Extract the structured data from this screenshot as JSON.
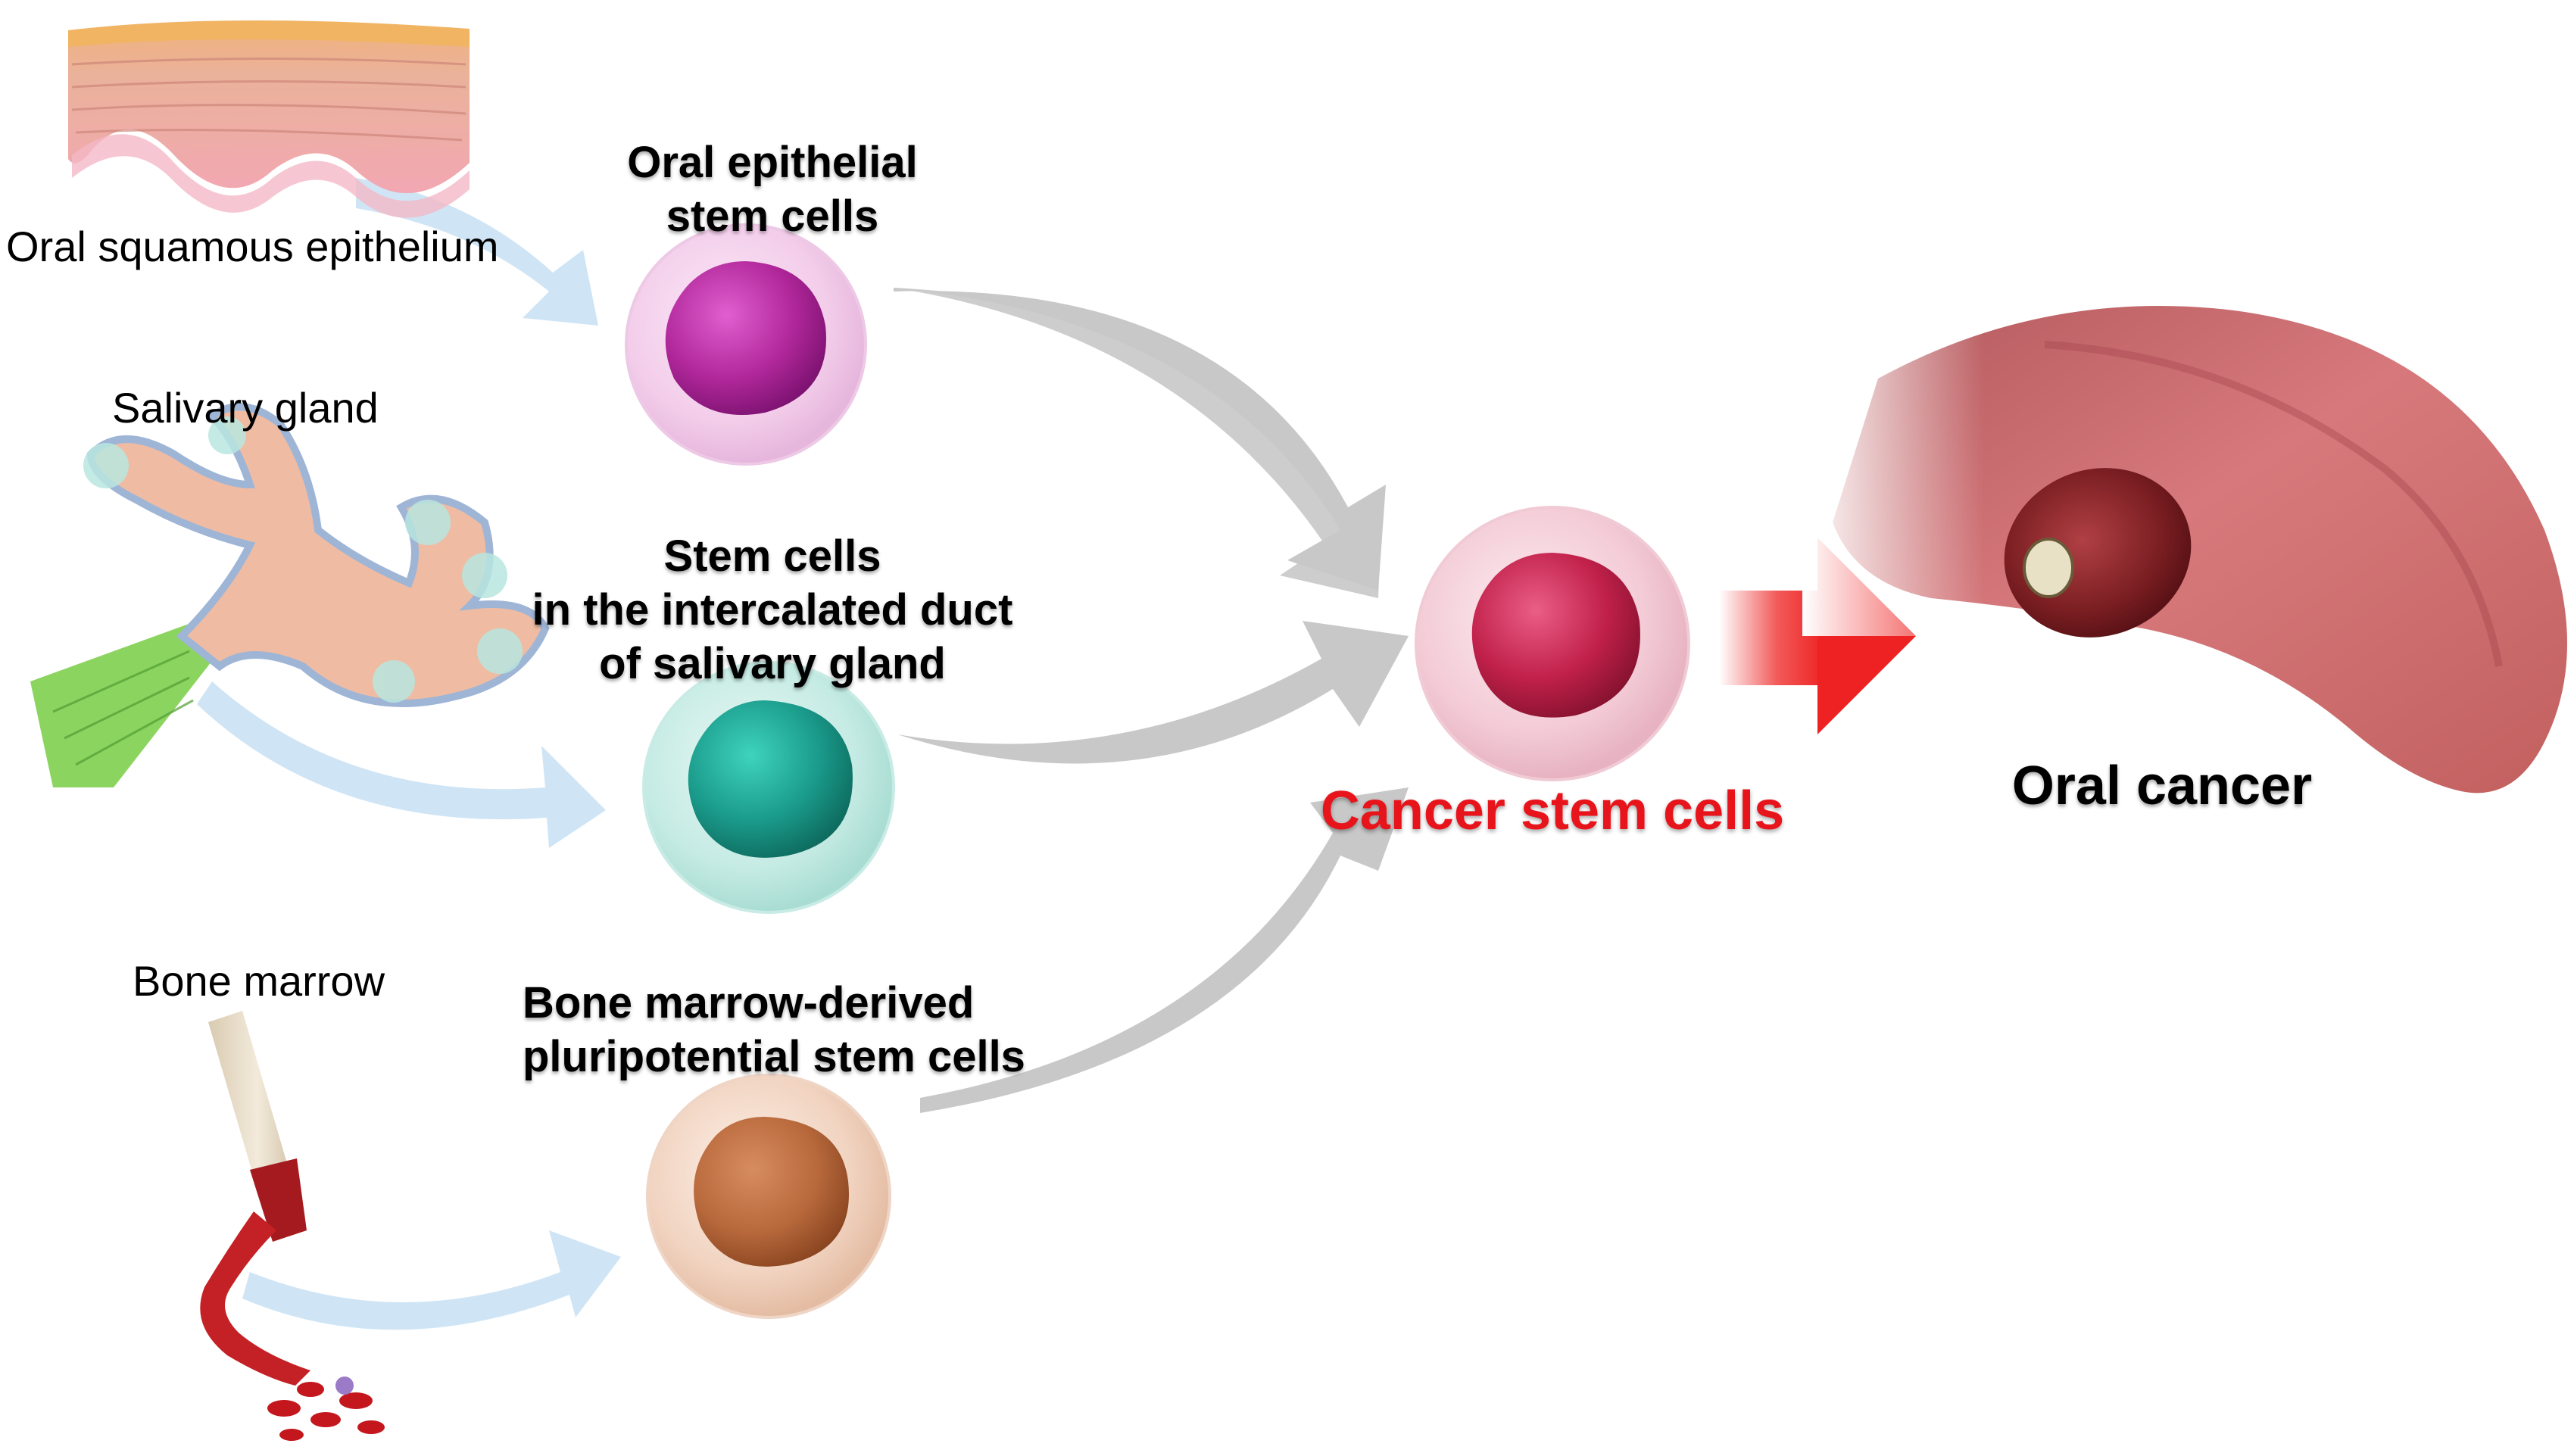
{
  "sources": {
    "epithelium": "Oral squamous epithelium",
    "salivary": "Salivary gland",
    "bone_marrow": "Bone marrow"
  },
  "stem_cells": {
    "epithelial": [
      "Oral epithelial",
      "stem cells"
    ],
    "duct": [
      "Stem cells",
      "in the intercalated duct",
      "of salivary gland"
    ],
    "bone_marrow": [
      "Bone marrow-derived",
      "pluripotential stem cells"
    ]
  },
  "cancer_stem_cells": "Cancer stem cells",
  "oral_cancer": "Oral cancer",
  "colors": {
    "epithelial_nucleus": "#b0279a",
    "duct_nucleus": "#1a9a8a",
    "bone_marrow_nucleus": "#b8693c",
    "cancer_nucleus": "#c0204a",
    "cancer_label": "#e8141c",
    "big_arrow": "#c8c8c8",
    "small_arrow": "#cfe5f5",
    "red_arrow": "#ee2222"
  }
}
